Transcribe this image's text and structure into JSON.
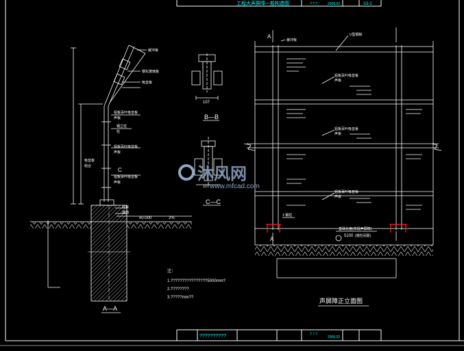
{
  "title_block": {
    "top_title": "工程大声屏障一般构造图",
    "top_page": "S3-2",
    "top_date": "2006.02",
    "bottom_center_text": "??????????",
    "bottom_date": "2006.02"
  },
  "section_aa": {
    "caption": "A—A",
    "callouts": [
      "缓冲板",
      "钢化玻璃板",
      "吸音板",
      "铝板百叶吸音板",
      "声板",
      "钢立柱",
      "柱",
      "铝板百叶吸音板",
      "声板",
      "铝板百叶吸音板",
      "声板"
    ],
    "left_label": "吸音板",
    "left_label_2": "组合",
    "mark_c": "C",
    "elev_label": "±0.000",
    "slope_label": "2%",
    "base_label_1": "底板",
    "base_label_2": "基础"
  },
  "section_bb": {
    "caption": "B—B",
    "dim": "107"
  },
  "section_cc": {
    "caption": "C—C",
    "dim": "107"
  },
  "notes": {
    "heading": "注：",
    "lines": [
      "1.????????????????5000mm?",
      "2.????????",
      "3.?????mm??"
    ]
  },
  "elevation": {
    "caption": "声屏障正立面图",
    "marker_a": "A",
    "top_label": "U型钢板",
    "left_label": "缓冲板",
    "panel_labels": [
      "铝板百叶吸音板",
      "铝板百叶吸音板",
      "铝板百叶吸音板"
    ],
    "panel_sub": "声板",
    "base_note": "1:钢柱",
    "bottom_label": "基础长度(单段声屏障)",
    "bottom_dim": "5100",
    "bottom_dim_note": "(墩柱间距)"
  },
  "watermark": {
    "brand": "沐风网",
    "url": "www.mfcad.com"
  },
  "colors": {
    "background": "#000000",
    "line": "#ffffff",
    "title_cyan": "#00ffff",
    "accent_red": "#ff2020",
    "watermark": "#8fa6c4"
  }
}
